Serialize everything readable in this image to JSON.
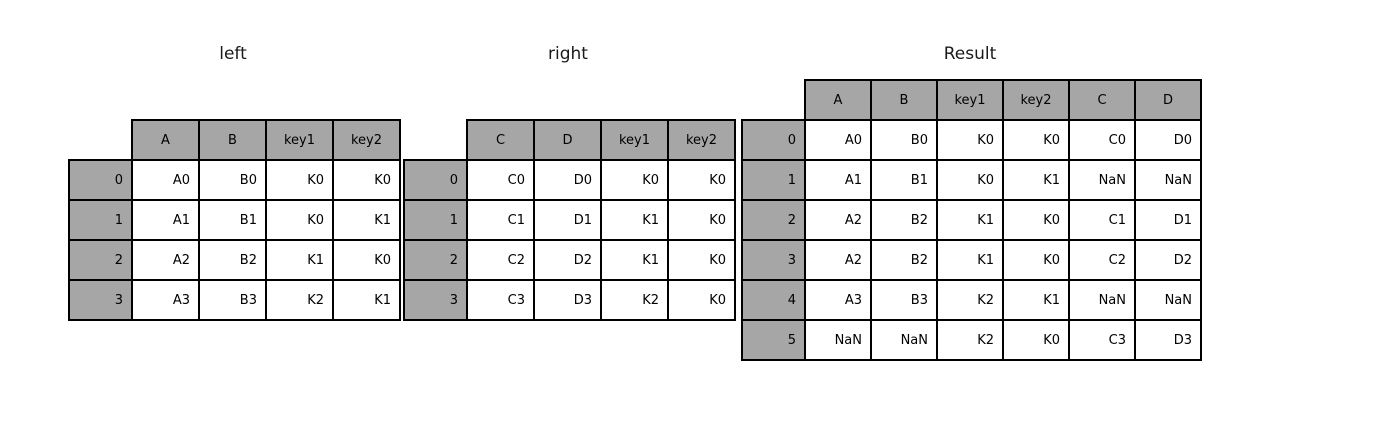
{
  "figure": {
    "background_color": "#ffffff",
    "header_fill_color": "#a6a6a6",
    "border_color": "#000000",
    "text_color": "#1a1a1a"
  },
  "tables": [
    {
      "title": "left",
      "columns": [
        "A",
        "B",
        "key1",
        "key2"
      ],
      "index": [
        "0",
        "1",
        "2",
        "3"
      ],
      "rows": [
        [
          "A0",
          "B0",
          "K0",
          "K0"
        ],
        [
          "A1",
          "B1",
          "K0",
          "K1"
        ],
        [
          "A2",
          "B2",
          "K1",
          "K0"
        ],
        [
          "A3",
          "B3",
          "K2",
          "K1"
        ]
      ]
    },
    {
      "title": "right",
      "columns": [
        "C",
        "D",
        "key1",
        "key2"
      ],
      "index": [
        "0",
        "1",
        "2",
        "3"
      ],
      "rows": [
        [
          "C0",
          "D0",
          "K0",
          "K0"
        ],
        [
          "C1",
          "D1",
          "K1",
          "K0"
        ],
        [
          "C2",
          "D2",
          "K1",
          "K0"
        ],
        [
          "C3",
          "D3",
          "K2",
          "K0"
        ]
      ]
    },
    {
      "title": "Result",
      "columns": [
        "A",
        "B",
        "key1",
        "key2",
        "C",
        "D"
      ],
      "index": [
        "0",
        "1",
        "2",
        "3",
        "4",
        "5"
      ],
      "rows": [
        [
          "A0",
          "B0",
          "K0",
          "K0",
          "C0",
          "D0"
        ],
        [
          "A1",
          "B1",
          "K0",
          "K1",
          "NaN",
          "NaN"
        ],
        [
          "A2",
          "B2",
          "K1",
          "K0",
          "C1",
          "D1"
        ],
        [
          "A2",
          "B2",
          "K1",
          "K0",
          "C2",
          "D2"
        ],
        [
          "A3",
          "B3",
          "K2",
          "K1",
          "NaN",
          "NaN"
        ],
        [
          "NaN",
          "NaN",
          "K2",
          "K0",
          "C3",
          "D3"
        ]
      ]
    }
  ]
}
